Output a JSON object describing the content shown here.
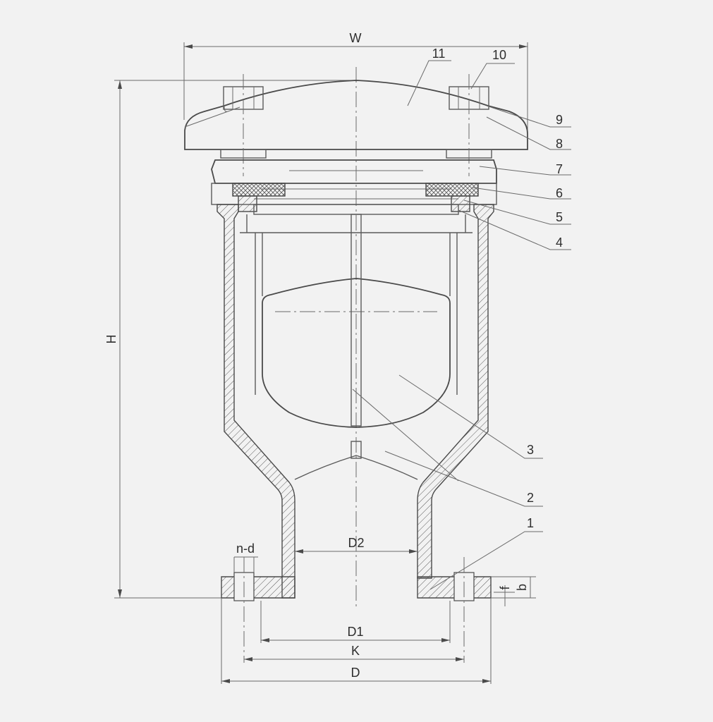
{
  "dimensions": {
    "W": "W",
    "H": "H",
    "D2": "D2",
    "D1": "D1",
    "K": "K",
    "D": "D",
    "nd": "n-d",
    "f": "f",
    "b": "b"
  },
  "parts": [
    "1",
    "2",
    "3",
    "4",
    "5",
    "6",
    "7",
    "8",
    "9",
    "10",
    "11"
  ],
  "colors": {
    "background": "#f2f2f2",
    "line": "#4a4a4a"
  }
}
